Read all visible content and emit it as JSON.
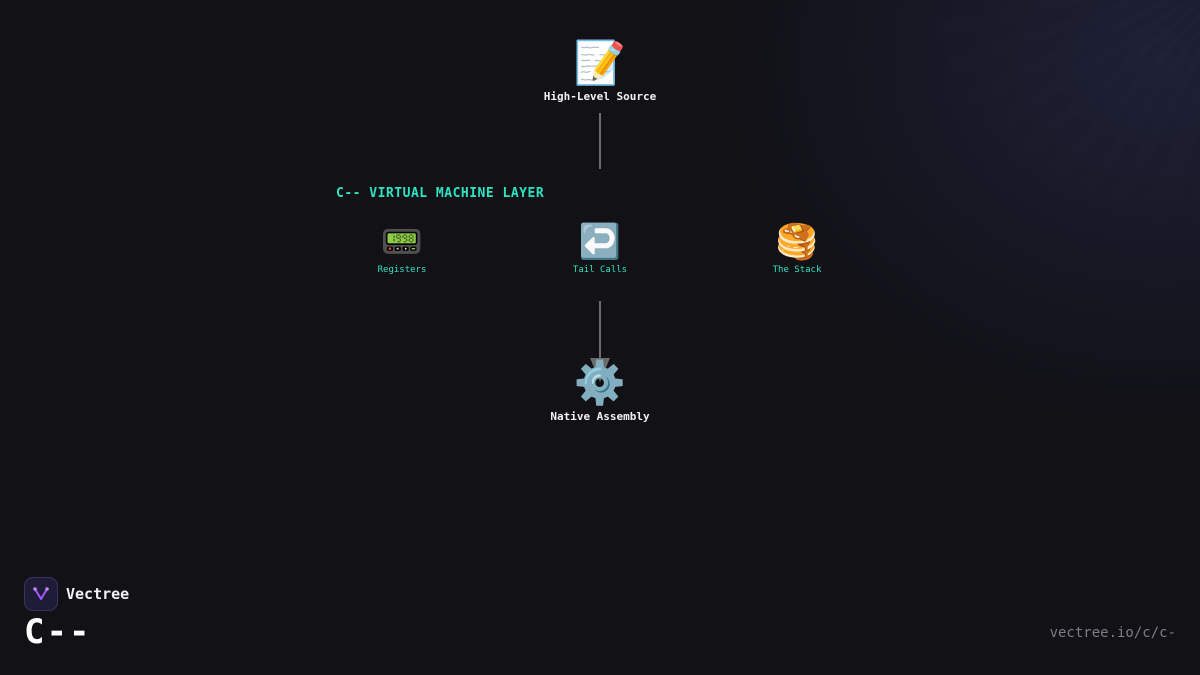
{
  "diagram": {
    "nodes": {
      "source": {
        "icon": "memo-icon",
        "emoji": "📝",
        "label": "High-Level Source"
      },
      "assembly": {
        "icon": "gear-icon",
        "emoji": "⚙️",
        "label": "Native Assembly"
      }
    },
    "layer": {
      "title": "C-- VIRTUAL MACHINE LAYER",
      "items": [
        {
          "icon": "pager-icon",
          "emoji": "📟",
          "label": "Registers"
        },
        {
          "icon": "return-arrow-icon",
          "emoji": "↩️",
          "label": "Tail Calls"
        },
        {
          "icon": "pancakes-icon",
          "emoji": "🥞",
          "label": "The Stack"
        }
      ]
    }
  },
  "brand": {
    "name": "Vectree",
    "icon": "vectree-logo-icon"
  },
  "page_title": "C--",
  "url": "vectree.io/c/c-",
  "colors": {
    "background": "#111116",
    "accent": "#2fe3c0",
    "connector": "#6b6b6b",
    "brand_purple": "#a855f7"
  }
}
